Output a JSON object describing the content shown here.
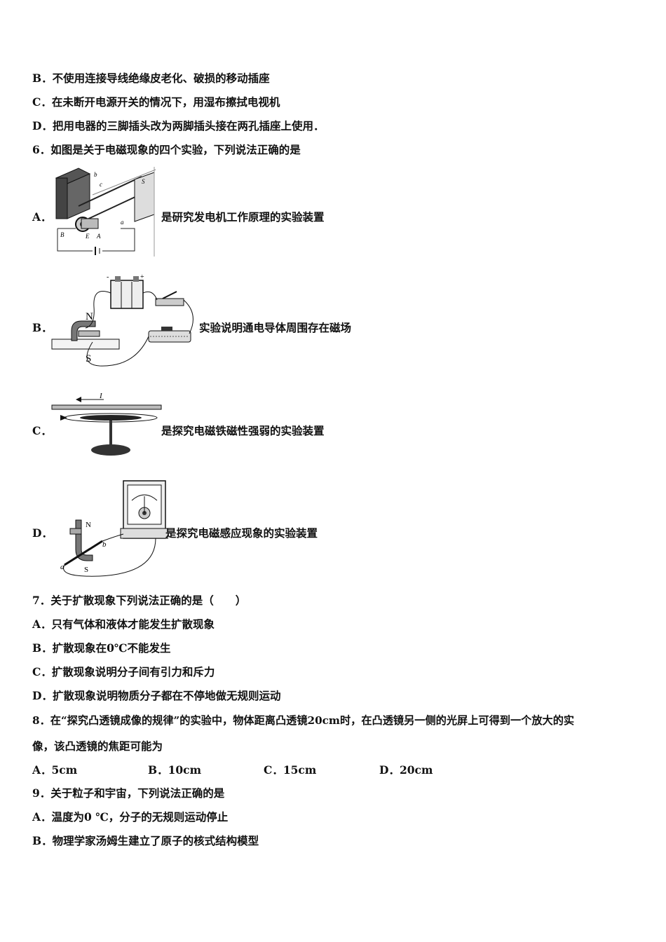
{
  "q5": {
    "b": "B．不使用连接导线绝缘皮老化、破损的移动插座",
    "c": "C．在未断开电源开关的情况下，用湿布擦拭电视机",
    "d": "D．把用电器的三脚插头改为两脚插头接在两孔插座上使用．"
  },
  "q6": {
    "stem": "6．如图是关于电磁现象的四个实验，下列说法正确的是",
    "options": [
      {
        "label": "A．",
        "text": "是研究发电机工作原理的实验装置"
      },
      {
        "label": "B．",
        "text": "实验说明通电导体周围存在磁场"
      },
      {
        "label": "C．",
        "text": "是探究电磁铁磁性强弱的实验装置"
      },
      {
        "label": "D．",
        "text": "是探究电磁感应现象的实验装置"
      }
    ],
    "fig_labels": {
      "a_letters": [
        "S",
        "a",
        "b",
        "c",
        "B",
        "E",
        "A"
      ],
      "b_poles": [
        "N",
        "S"
      ],
      "c_current": "I",
      "d_letters": [
        "N",
        "S",
        "a",
        "b"
      ]
    }
  },
  "q7": {
    "stem": "7．关于扩散现象下列说法正确的是（　　）",
    "a": "A．只有气体和液体才能发生扩散现象",
    "b": "B．扩散现象在0℃不能发生",
    "c": "C．扩散现象说明分子间有引力和斥力",
    "d": "D．扩散现象说明物质分子都在不停地做无规则运动"
  },
  "q8": {
    "stem1": "8．在“探究凸透镜成像的规律”的实验中，物体距离凸透镜20cm时，在凸透镜另一侧的光屏上可得到一个放大的实",
    "stem2": "像，该凸透镜的焦距可能为",
    "options": [
      "A．5cm",
      "B．10cm",
      "C．15cm",
      "D．20cm"
    ]
  },
  "q9": {
    "stem": "9．关于粒子和宇宙，下列说法正确的是",
    "a": "A．温度为0 ℃，分子的无规则运动停止",
    "b": "B．物理学家汤姆生建立了原子的核式结构模型"
  }
}
